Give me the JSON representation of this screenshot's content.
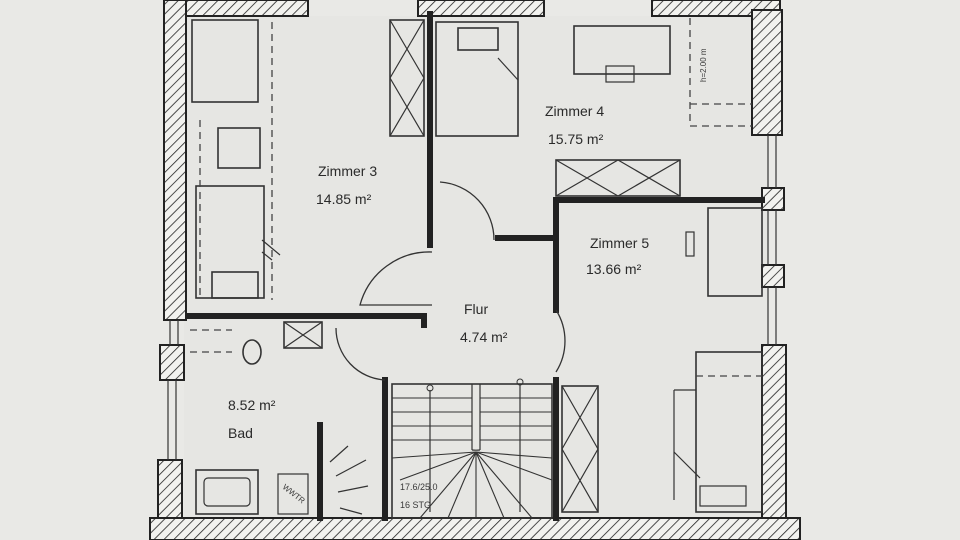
{
  "rooms": {
    "zimmer3": {
      "name": "Zimmer 3",
      "area": "14.85 m²"
    },
    "zimmer4": {
      "name": "Zimmer 4",
      "area": "15.75 m²"
    },
    "zimmer5": {
      "name": "Zimmer 5",
      "area": "13.66 m²"
    },
    "flur": {
      "name": "Flur",
      "area": "4.74 m²"
    },
    "bad": {
      "name": "Bad",
      "area": "8.52 m²"
    }
  },
  "annotations": {
    "height": "h=2.00 m",
    "stairs_dims": "17.6/25.0",
    "stairs_count": "16 STG",
    "shower": "WWTR"
  }
}
